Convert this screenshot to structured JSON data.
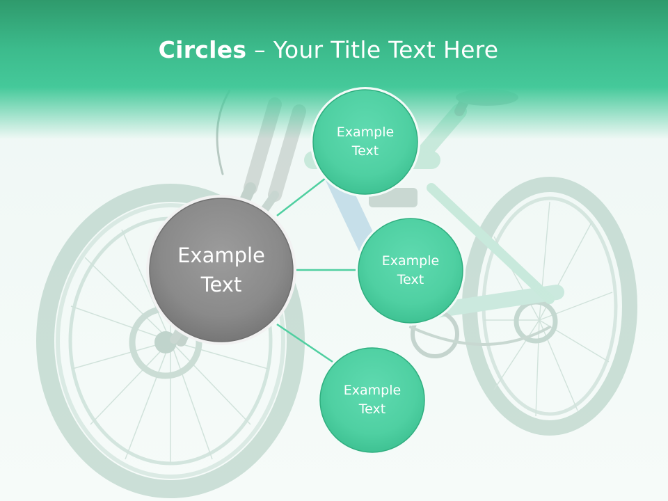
{
  "slide": {
    "title_bold": "Circles",
    "title_rest": " – Your Title Text Here"
  },
  "main_circle": {
    "label": "Example Text"
  },
  "satellites": [
    {
      "label": "Example Text"
    },
    {
      "label": "Example Text"
    },
    {
      "label": "Example Text"
    }
  ],
  "colors": {
    "header": "#3cbb8c",
    "main_circle": "#8a8a8a",
    "satellite_circle": "#55d4a6",
    "connector": "#4fcfa0"
  }
}
